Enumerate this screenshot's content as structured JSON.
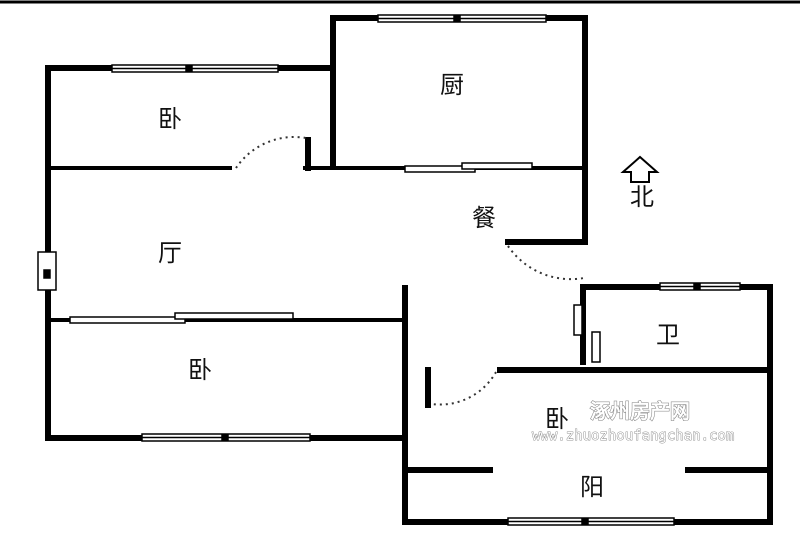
{
  "rooms": {
    "bedroom_nw": "卧",
    "kitchen": "厨",
    "dining": "餐",
    "living": "厅",
    "bedroom_sw": "卧",
    "bathroom": "卫",
    "bedroom_se": "卧",
    "balcony": "阳"
  },
  "compass": {
    "label": "北",
    "icon": "north-arrow-icon"
  },
  "watermark": {
    "name": "涿州房产网",
    "url": "www.zhuozhoufangchan.com"
  },
  "colors": {
    "wall": "#000000",
    "window": "#ffffff",
    "door_swing": "#333333",
    "background": "#ffffff"
  }
}
